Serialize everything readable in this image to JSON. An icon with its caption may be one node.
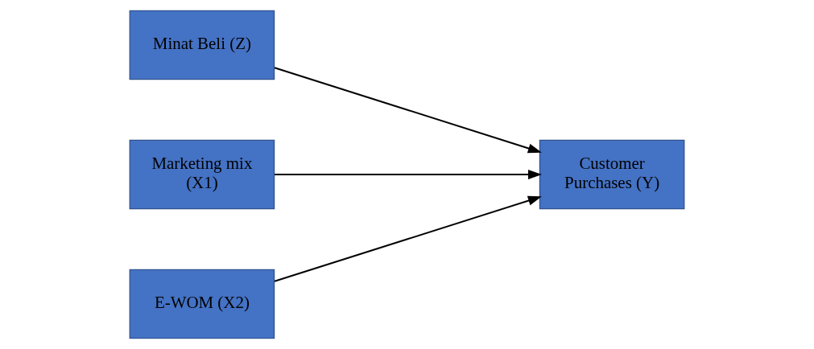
{
  "diagram": {
    "nodes": [
      {
        "text": [
          "Minat Beli (Z)"
        ]
      },
      {
        "text": [
          "Marketing mix (X1)"
        ]
      },
      {
        "text": [
          "Customer Purchases (Y)"
        ]
      },
      {
        "text": [
          "E-WOM (X2)"
        ]
      }
    ],
    "edges": [
      {
        "from": 1,
        "to": 2,
        "arrow": "to"
      },
      {
        "from": 0,
        "to": 2,
        "arrow": "to"
      },
      {
        "from": 3,
        "to": 2,
        "arrow": "to"
      }
    ]
  }
}
